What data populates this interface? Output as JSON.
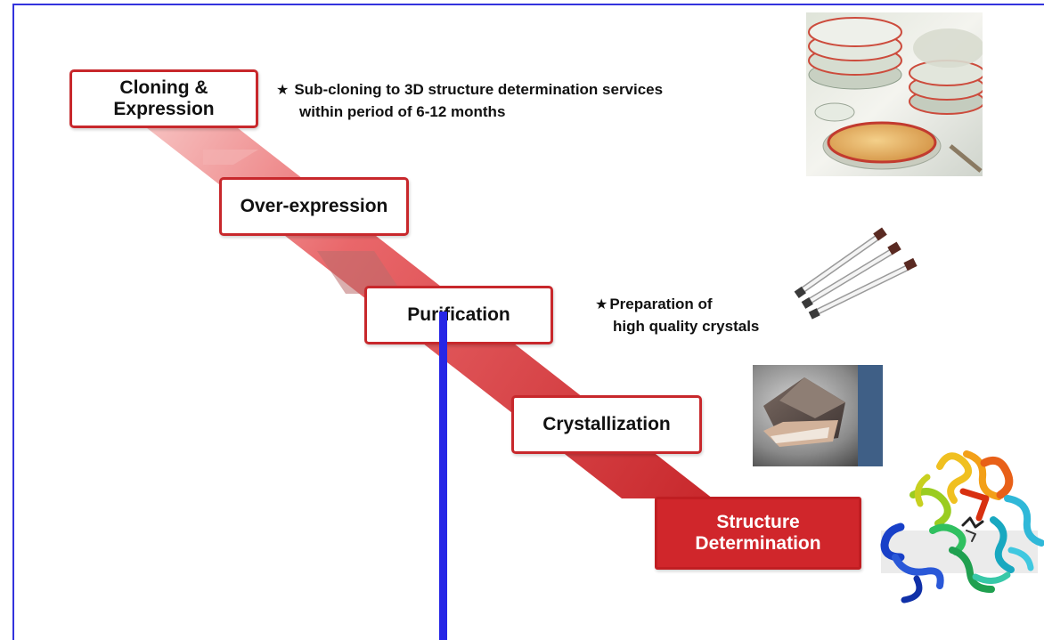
{
  "steps": [
    {
      "line1": "Cloning &",
      "line2": "Expression"
    },
    {
      "line1": "Over-expression"
    },
    {
      "line1": "Purification"
    },
    {
      "line1": "Crystallization"
    },
    {
      "line1": "Structure",
      "line2": "Determination"
    }
  ],
  "notes": {
    "star": "★",
    "services_line1": "Sub-cloning to 3D structure determination services",
    "services_line2": "within period of 6-12 months",
    "crystals_line1": "Preparation of",
    "crystals_line2": "high quality crystals"
  },
  "colors": {
    "accent": "#c8282c",
    "final_fill": "#d0262b",
    "frame": "#3333dd",
    "pointer": "#2626e6"
  },
  "icons": {
    "culture": "petri-dish-photo-icon",
    "capillaries": "crystal-capillary-tubes-icon",
    "crystal": "protein-crystal-photo-icon",
    "structure": "protein-ribbon-structure-icon"
  }
}
